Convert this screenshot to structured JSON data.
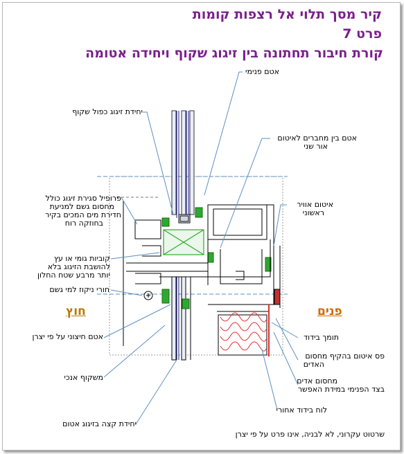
{
  "titles": {
    "line1": "קיר מסך תלוי אל רצפות קומות",
    "line2": "פרט 7",
    "line3": "קורת חיבור תחתונה בין זיגוג שקוף ויחידה אטומה"
  },
  "labels": {
    "atam_pnimi": "אטם פנימי",
    "yehidat_zigug": "יחידת זיגוג כפול שקוף",
    "atam_bein_1": "אטם בין מחברים לאיטום",
    "atam_bein_2": "אור שני",
    "profil_1": "פרופיל סגירת זיגוג כולל",
    "profil_2": "מחסום גשם למניעת",
    "profil_3": "חדירת מים המכים בקיר",
    "profil_4": "בחוזקה רוח",
    "itum_avir_1": "איטום אוויר",
    "itum_avir_2": "ראשוני",
    "kubiot_1": "קוביות גומי או עץ",
    "kubiot_2": "להושבת הזיגוג בלא",
    "kubiot_3": "יותר מרבע שטח החלון",
    "hurei_nikuz": "חורי ניקוז למי גשם",
    "atam_hitzoni": "אטם חיצוני על פי יצרן",
    "mishkof": "משקוף אנכי",
    "yehidat_katze": "יחידת קצה בזיגוג אטום",
    "tomech_bidud": "תומך בידוד",
    "pas_itum_1": "פס איטום בהקיף מחסום",
    "pas_itum_2": "האדים",
    "mahsom_adim_1": "מחסום אדים",
    "mahsom_adim_2": "בצד הפנימי במידת האפשר",
    "luah_bidud": "לוח בידוד אחורי"
  },
  "sides": {
    "outside": "חוץ",
    "inside": "פנים"
  },
  "note": "שרטוט עקרוני, לא לבניה, אינו פרט על פי יצרן",
  "colors": {
    "title": "#7a1f8c",
    "leader": "#5b8fc2",
    "gasket": "#2fa82f",
    "insulation": "#e03030",
    "outside_label": "#b87800",
    "inside_label": "#d06a00"
  }
}
